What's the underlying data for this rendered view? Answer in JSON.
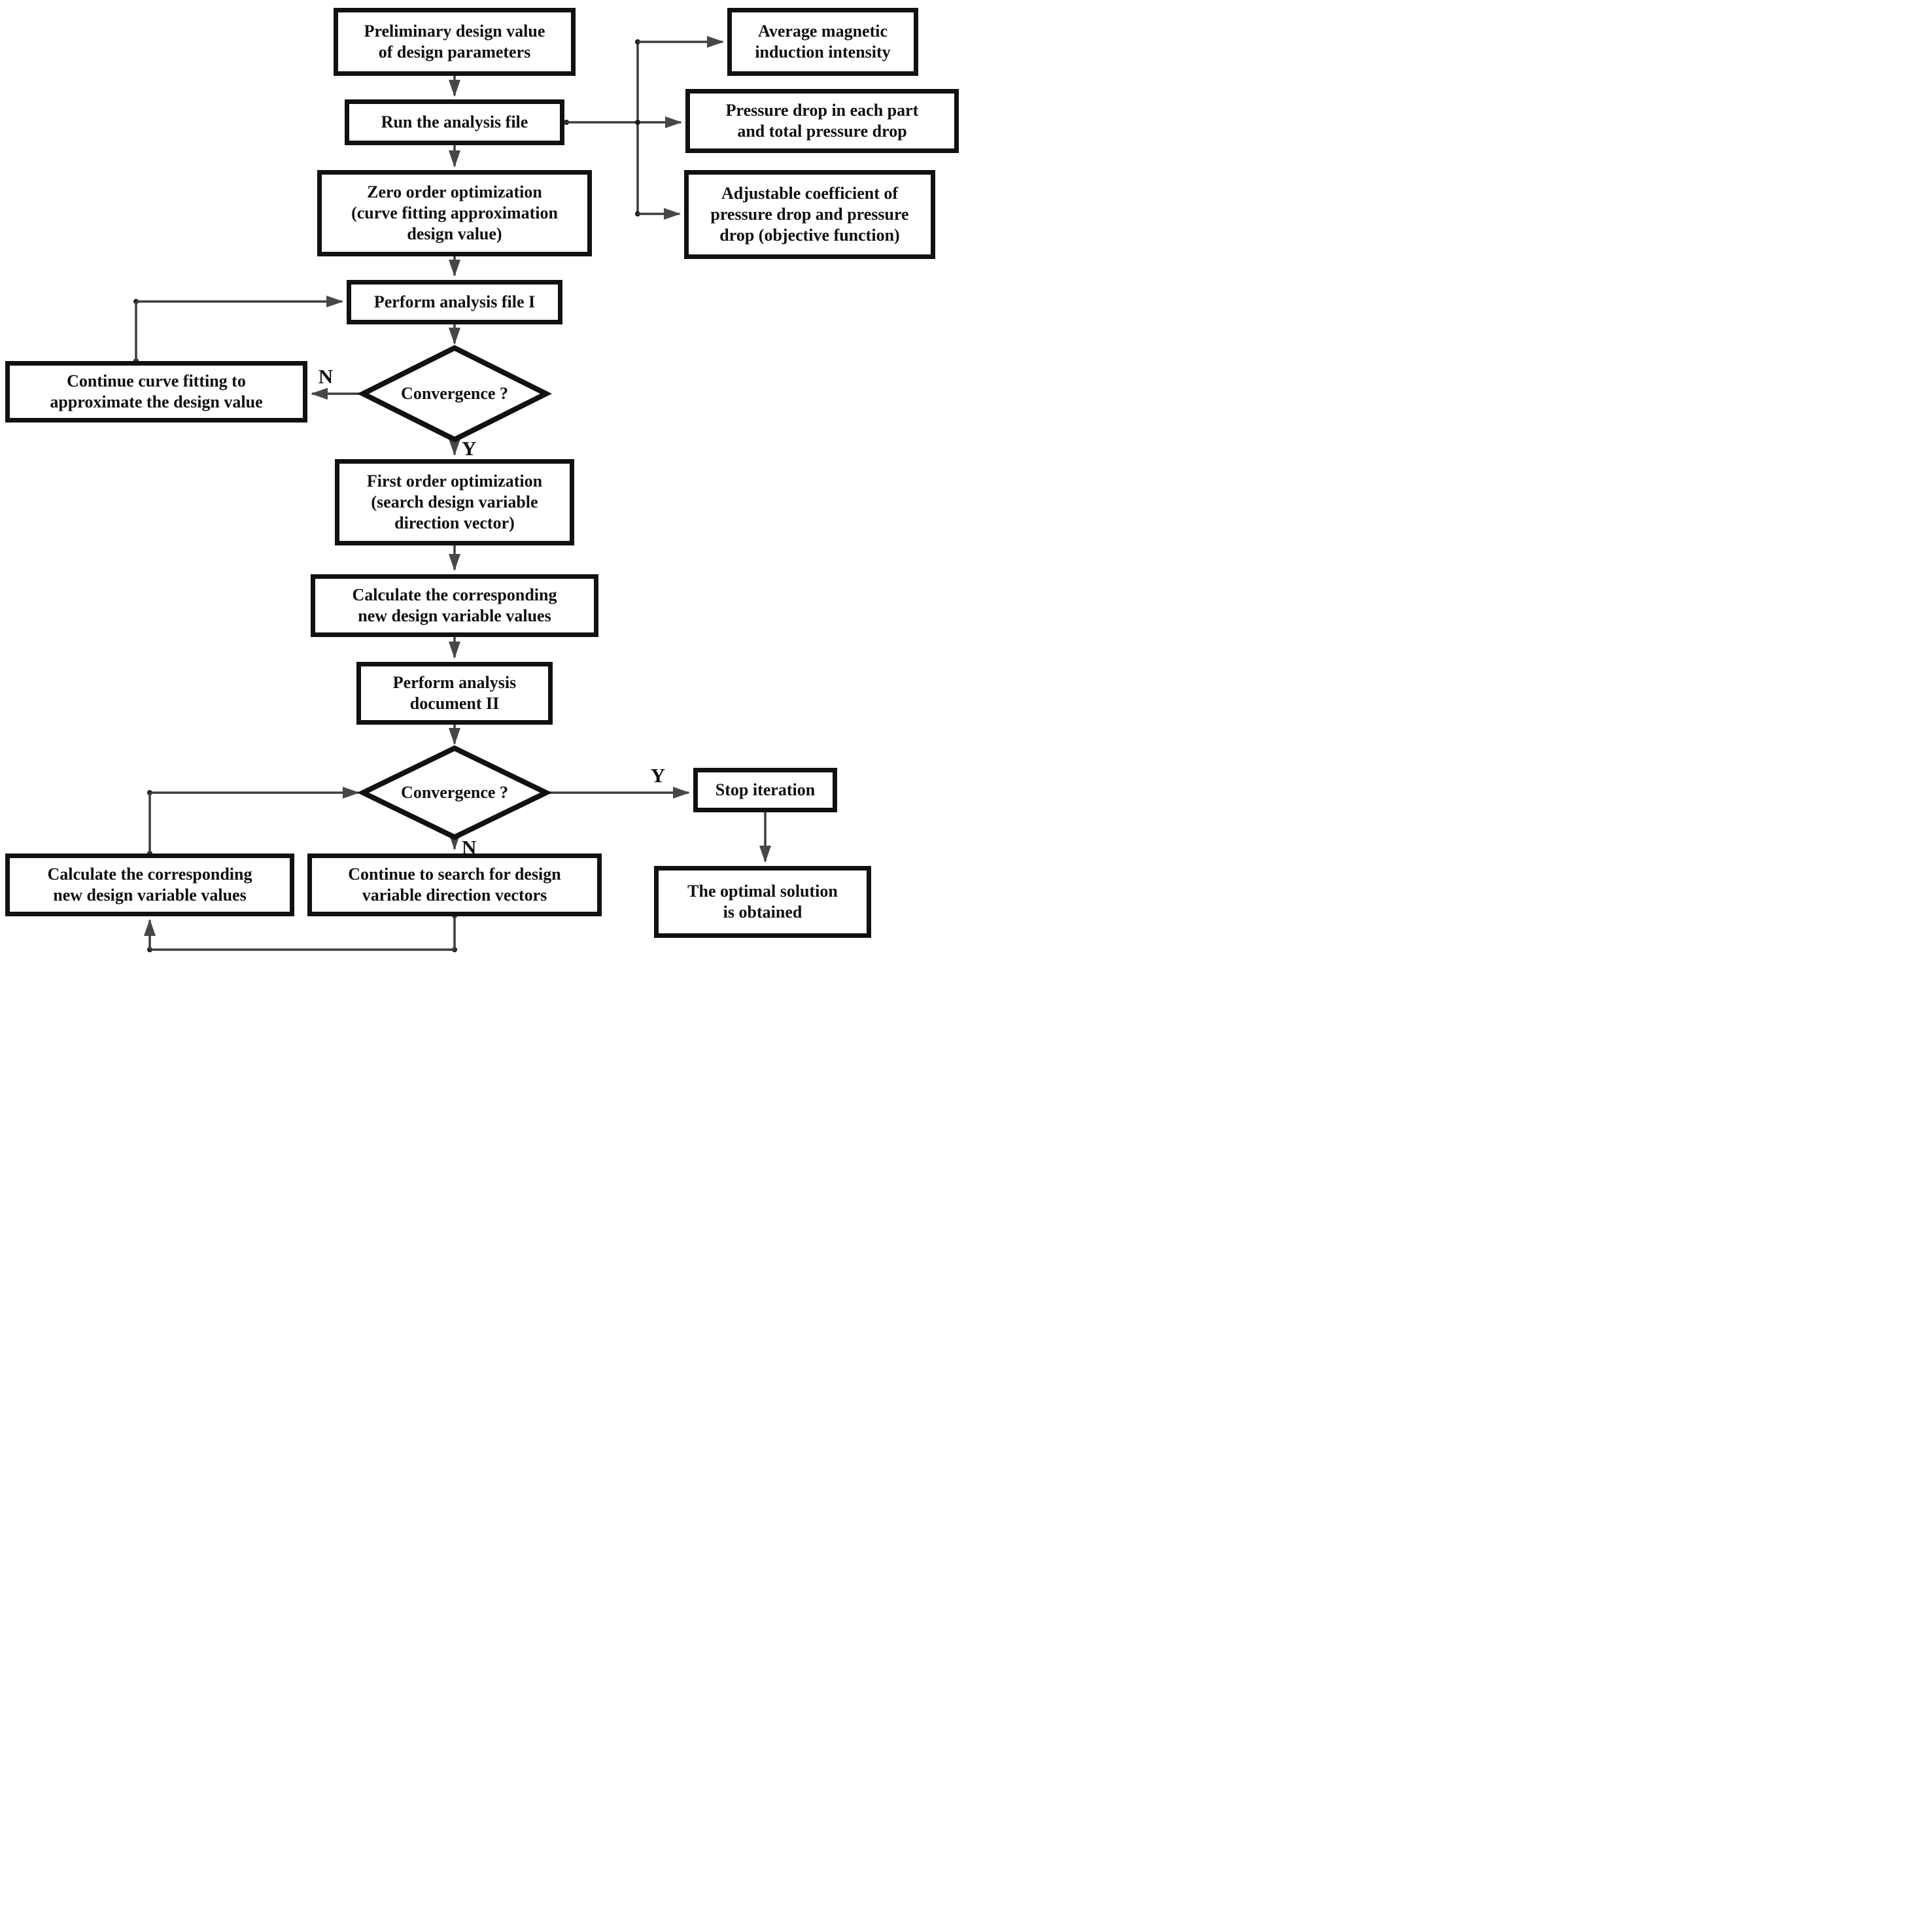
{
  "nodes": {
    "preliminary": {
      "label": "Preliminary design value\nof design parameters"
    },
    "run": {
      "label": "Run the analysis file"
    },
    "avg": {
      "label": "Average magnetic\ninduction intensity"
    },
    "pressure": {
      "label": "Pressure drop  in each part\nand total pressure drop"
    },
    "adjust": {
      "label": "Adjustable coefficient of\npressure drop and pressure\ndrop (objective function)"
    },
    "zero": {
      "label": "Zero order optimization\n(curve fitting approximation\ndesign value)"
    },
    "perform1": {
      "label": "Perform analysis file I"
    },
    "conv1": {
      "label": "Convergence ?"
    },
    "continue_fit": {
      "label": "Continue curve fitting to\napproximate the design value"
    },
    "first_order": {
      "label": "First order optimization\n(search design variable\ndirection vector)"
    },
    "calc1": {
      "label": "Calculate the corresponding\nnew design variable values"
    },
    "perform2": {
      "label": "Perform analysis\ndocument II"
    },
    "conv2": {
      "label": "Convergence ?"
    },
    "stop": {
      "label": "Stop iteration"
    },
    "optimal": {
      "label": "The optimal solution\nis obtained"
    },
    "calc2": {
      "label": "Calculate the corresponding\nnew design variable values"
    },
    "continue_search": {
      "label": "Continue to search for design\nvariable direction vectors"
    }
  },
  "edge_labels": {
    "conv1_no": "N",
    "conv1_yes": "Y",
    "conv2_yes": "Y",
    "conv2_no": "N"
  },
  "colors": {
    "background": "#ffffff",
    "box_border": "#111111",
    "text": "#111111",
    "connector_line": "#3d3d3d",
    "arrowhead": "#474747"
  }
}
